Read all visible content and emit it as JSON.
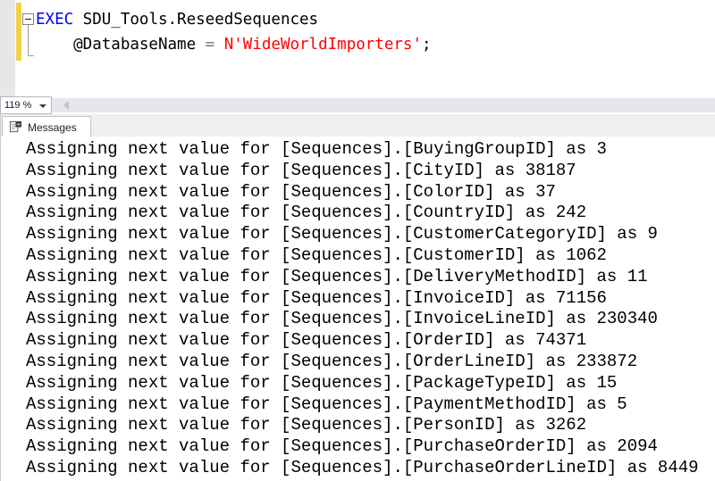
{
  "editor": {
    "code": {
      "line1": {
        "keyword": "EXEC",
        "rest": " SDU_Tools.ReseedSequences"
      },
      "line2": {
        "param": "    @DatabaseName ",
        "operator": "= ",
        "string_literal": "N'WideWorldImporters'",
        "terminator": ";"
      }
    }
  },
  "status_row": {
    "zoom_value": "119 %"
  },
  "results": {
    "tab_label": "Messages"
  },
  "messages": {
    "lines": [
      "Assigning next value for [Sequences].[BuyingGroupID] as 3",
      "Assigning next value for [Sequences].[CityID] as 38187",
      "Assigning next value for [Sequences].[ColorID] as 37",
      "Assigning next value for [Sequences].[CountryID] as 242",
      "Assigning next value for [Sequences].[CustomerCategoryID] as 9",
      "Assigning next value for [Sequences].[CustomerID] as 1062",
      "Assigning next value for [Sequences].[DeliveryMethodID] as 11",
      "Assigning next value for [Sequences].[InvoiceID] as 71156",
      "Assigning next value for [Sequences].[InvoiceLineID] as 230340",
      "Assigning next value for [Sequences].[OrderID] as 74371",
      "Assigning next value for [Sequences].[OrderLineID] as 233872",
      "Assigning next value for [Sequences].[PackageTypeID] as 15",
      "Assigning next value for [Sequences].[PaymentMethodID] as 5",
      "Assigning next value for [Sequences].[PersonID] as 3262",
      "Assigning next value for [Sequences].[PurchaseOrderID] as 2094",
      "Assigning next value for [Sequences].[PurchaseOrderLineID] as 8449"
    ]
  },
  "colors": {
    "keyword": "#0000ff",
    "string_literal": "#ff0000",
    "operator": "#7a7a7a",
    "text": "#000000",
    "change_bar_yellow": "#f0d24a",
    "gutter": "#e7e7e8",
    "scroll_track": "#e7e7eb",
    "tab_strip": "#efefef"
  }
}
